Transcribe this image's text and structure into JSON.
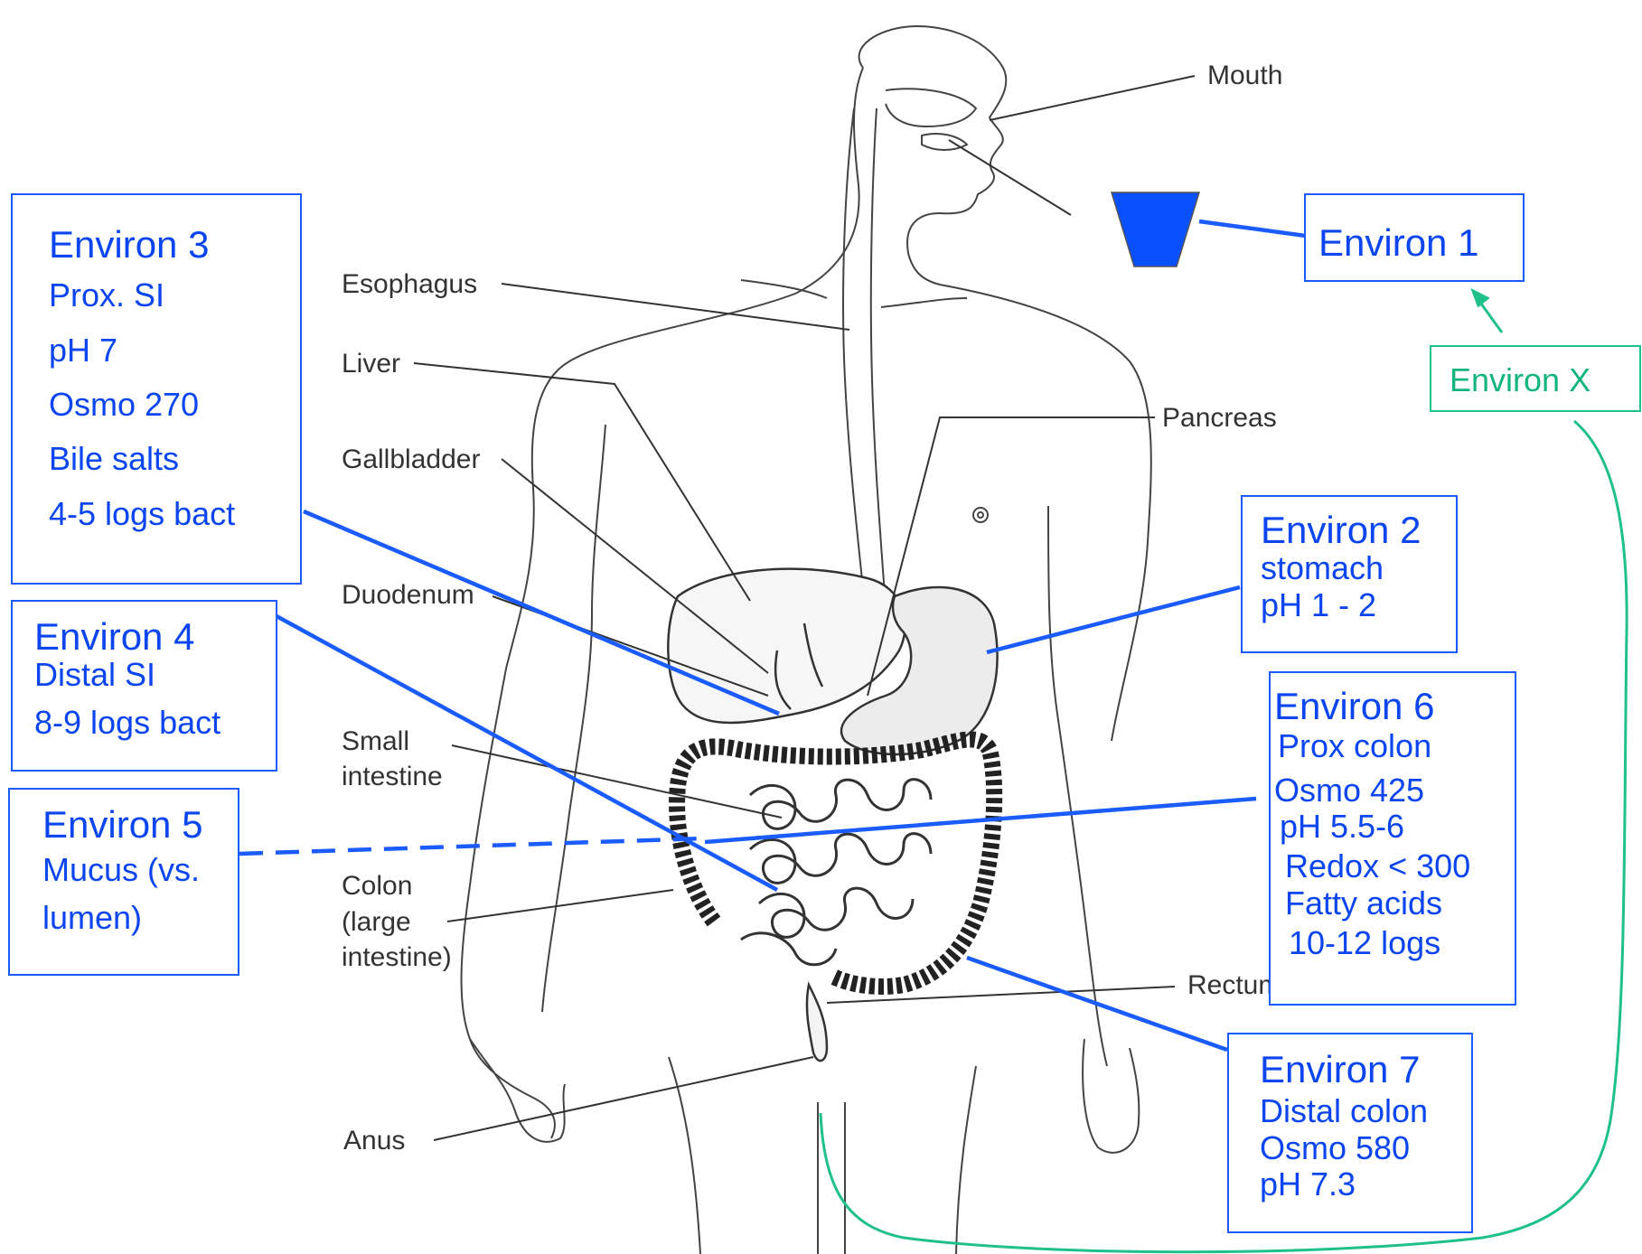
{
  "organs": {
    "mouth": "Mouth",
    "esophagus": "Esophagus",
    "liver": "Liver",
    "gallbladder": "Gallbladder",
    "pancreas": "Pancreas",
    "duodenum": "Duodenum",
    "small_intestine_1": "Small",
    "small_intestine_2": "intestine",
    "colon_1": "Colon",
    "colon_2": "(large",
    "colon_3": "intestine)",
    "rectum": "Rectum",
    "anus": "Anus"
  },
  "environs": {
    "env1": {
      "title": "Environ 1"
    },
    "env2": {
      "title": "Environ 2",
      "lines": [
        "stomach",
        "pH 1 - 2"
      ]
    },
    "env3": {
      "title": "Environ 3",
      "lines": [
        "Prox. SI",
        "pH 7",
        "Osmo 270",
        "Bile salts",
        "4-5 logs bact"
      ]
    },
    "env4": {
      "title": "Environ 4",
      "lines": [
        "Distal SI",
        "8-9 logs bact"
      ]
    },
    "env5": {
      "title": "Environ 5",
      "lines": [
        "Mucus (vs.",
        "lumen)"
      ]
    },
    "env6": {
      "title": "Environ 6",
      "lines": [
        "Prox colon",
        "Osmo 425",
        "pH 5.5-6",
        "Redox < 300",
        "Fatty acids",
        "10-12 logs"
      ]
    },
    "env7": {
      "title": "Environ 7",
      "lines": [
        "Distal colon",
        "Osmo 580",
        "pH 7.3"
      ]
    },
    "envx": {
      "title": "Environ X"
    }
  },
  "colors": {
    "environ_blue": "#0a45f0",
    "environ_x_green": "#13b47e",
    "line_art": "#333333"
  },
  "icons": {
    "vessel": "blue-trapezoid-vessel-icon"
  }
}
